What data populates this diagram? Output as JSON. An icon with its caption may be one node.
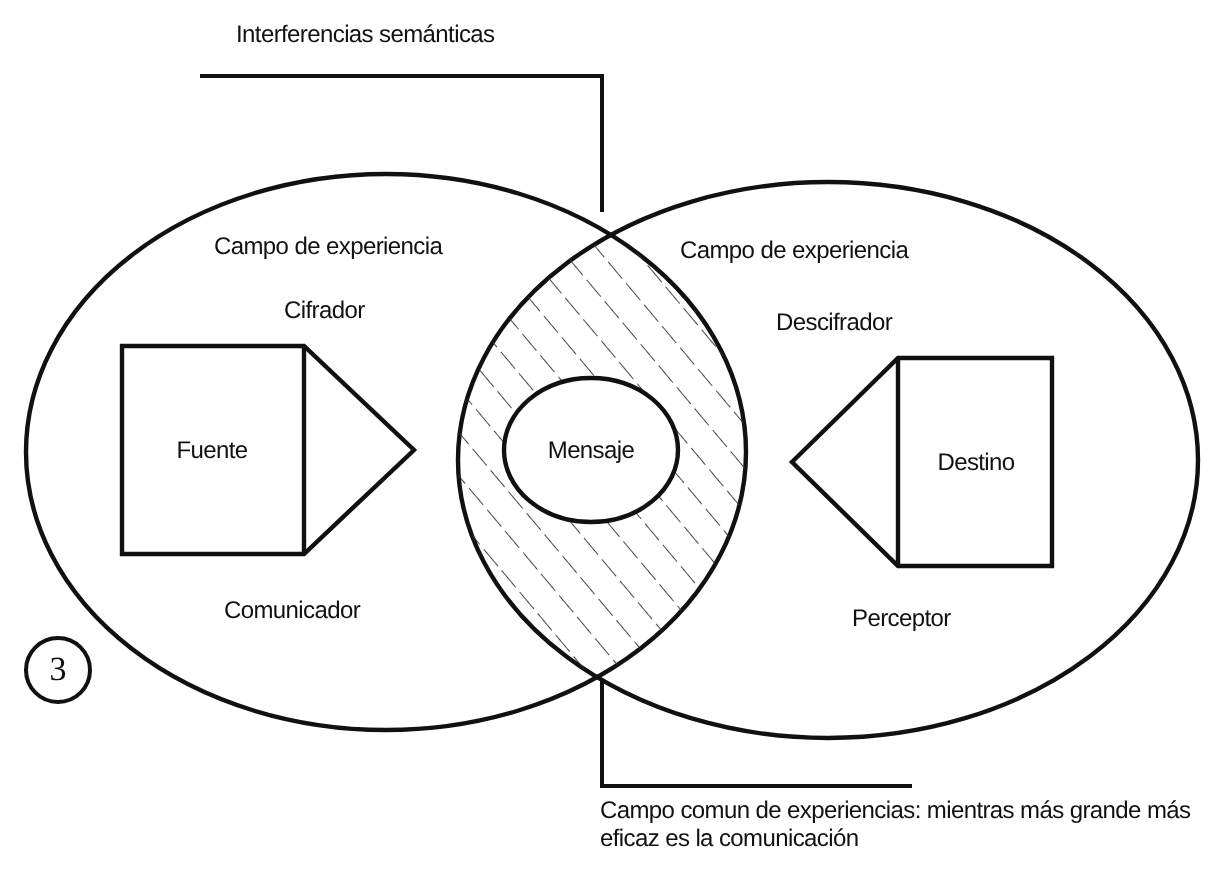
{
  "diagram": {
    "nodes": [
      {
        "text": [
          "Campo de experiencia",
          "Cifrador",
          "Comunicador"
        ]
      },
      {
        "text": [
          "Fuente"
        ],
        "in": 0
      },
      {
        "text": [
          "Campo de experiencia",
          "Descifrador",
          "Perceptor"
        ]
      },
      {
        "text": [
          "Destino"
        ],
        "in": 2
      },
      {
        "text": [],
        "shape": "lens"
      },
      {
        "text": [
          "Mensaje"
        ]
      },
      {
        "text": [
          "Interferencias semánticas"
        ]
      },
      {
        "text": [
          "Campo comun de experiencias: mientras más grande más eficaz es la comunicación"
        ]
      }
    ],
    "edges": [
      {
        "from": 6,
        "to": 4,
        "arrow": "none"
      },
      {
        "from": 7,
        "to": 4,
        "arrow": "none"
      }
    ],
    "labels": [
      "3"
    ]
  }
}
